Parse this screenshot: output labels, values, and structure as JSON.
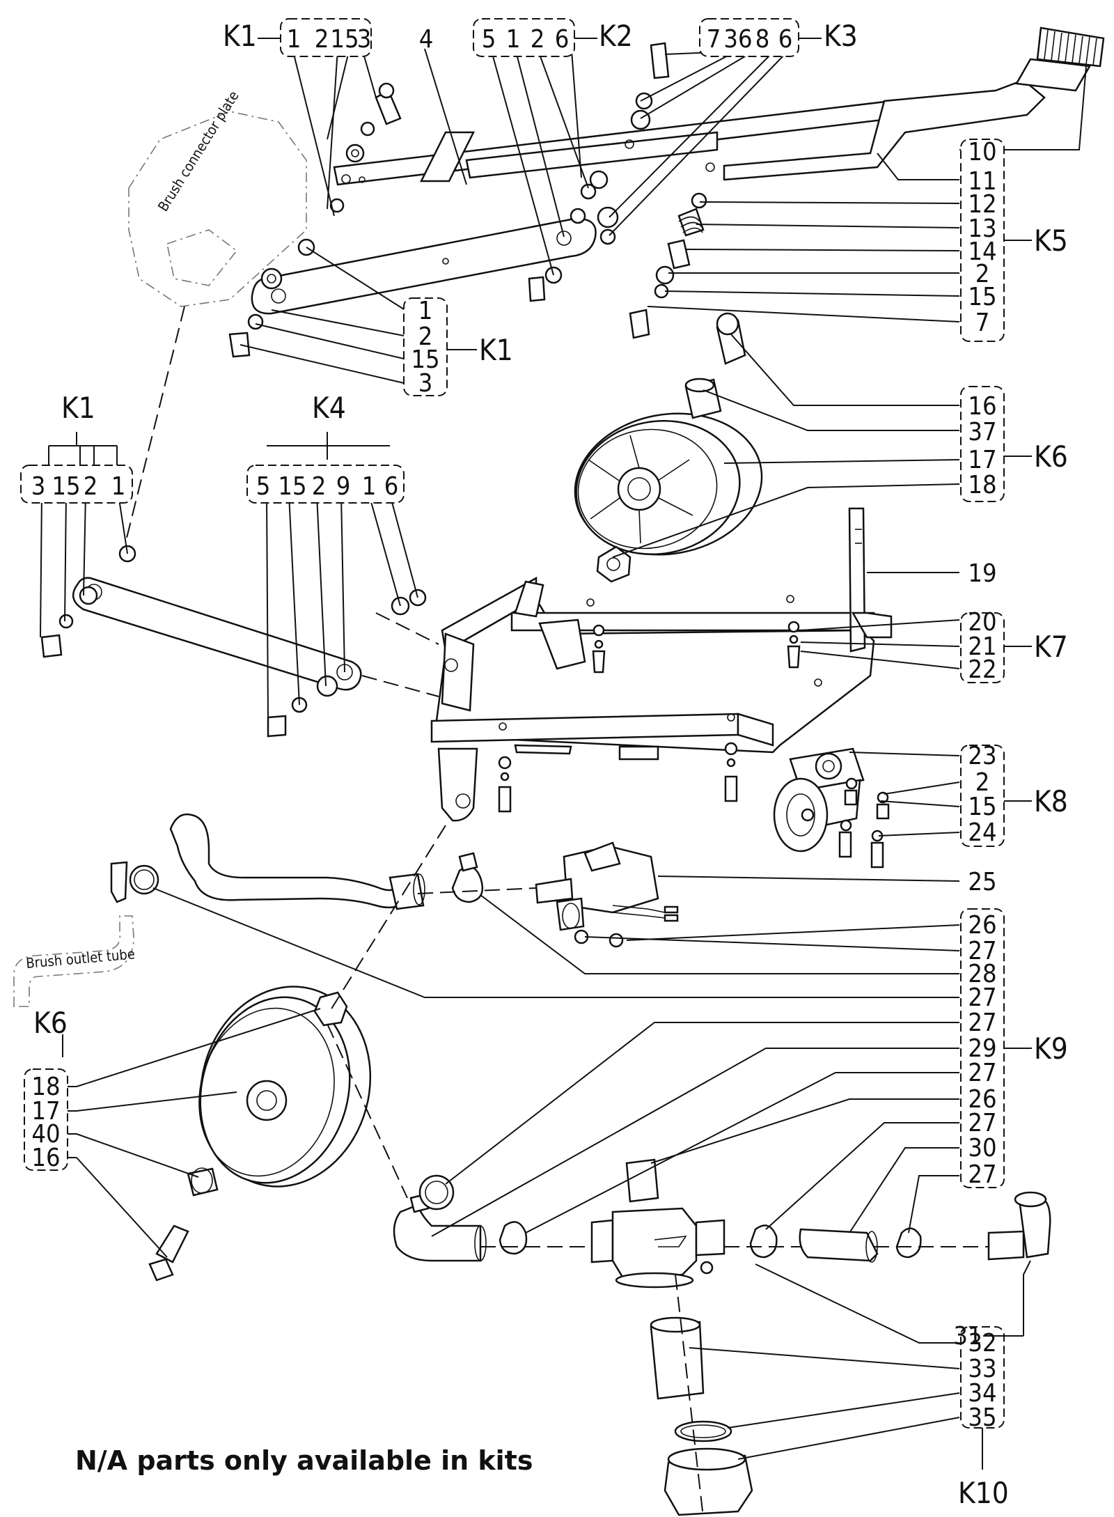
{
  "footnote": "N/A parts only available in kits",
  "ghost_labels": {
    "brush_connector_plate": "Brush connector plate",
    "brush_outlet_tube": "Brush outlet tube"
  },
  "kits": {
    "k1_top": {
      "label": "K1",
      "parts": [
        "1",
        "2",
        "15",
        "3"
      ]
    },
    "k2_top": {
      "label": "K2",
      "parts": [
        "5",
        "1",
        "2",
        "6"
      ]
    },
    "k3_top": {
      "label": "K3",
      "parts": [
        "7",
        "36",
        "8",
        "6"
      ]
    },
    "k1_mid": {
      "label": "K1",
      "parts": [
        "1",
        "2",
        "15",
        "3"
      ]
    },
    "k5": {
      "label": "K5",
      "parts": [
        "10",
        "11",
        "12",
        "13",
        "14",
        "2",
        "15",
        "7"
      ]
    },
    "k1_left": {
      "label": "K1",
      "parts": [
        "3",
        "15",
        "2",
        "1"
      ]
    },
    "k4": {
      "label": "K4",
      "parts": [
        "5",
        "15",
        "2",
        "9",
        "1",
        "6"
      ]
    },
    "k6_right": {
      "label": "K6",
      "parts": [
        "16",
        "37",
        "17",
        "18"
      ]
    },
    "k7": {
      "label": "K7",
      "parts": [
        "20",
        "21",
        "22"
      ]
    },
    "k8": {
      "label": "K8",
      "parts": [
        "23",
        "2",
        "15",
        "24"
      ]
    },
    "k9": {
      "label": "K9",
      "parts": [
        "26",
        "27",
        "28",
        "27",
        "27",
        "29",
        "27",
        "26",
        "27",
        "30",
        "27"
      ]
    },
    "k6_left": {
      "label": "K6",
      "parts": [
        "18",
        "17",
        "40",
        "16"
      ]
    },
    "k10": {
      "label": "K10",
      "parts": [
        "32",
        "33",
        "34",
        "35"
      ]
    }
  },
  "standalone_parts": {
    "p4": "4",
    "p19": "19",
    "p25": "25",
    "p31": "31"
  }
}
